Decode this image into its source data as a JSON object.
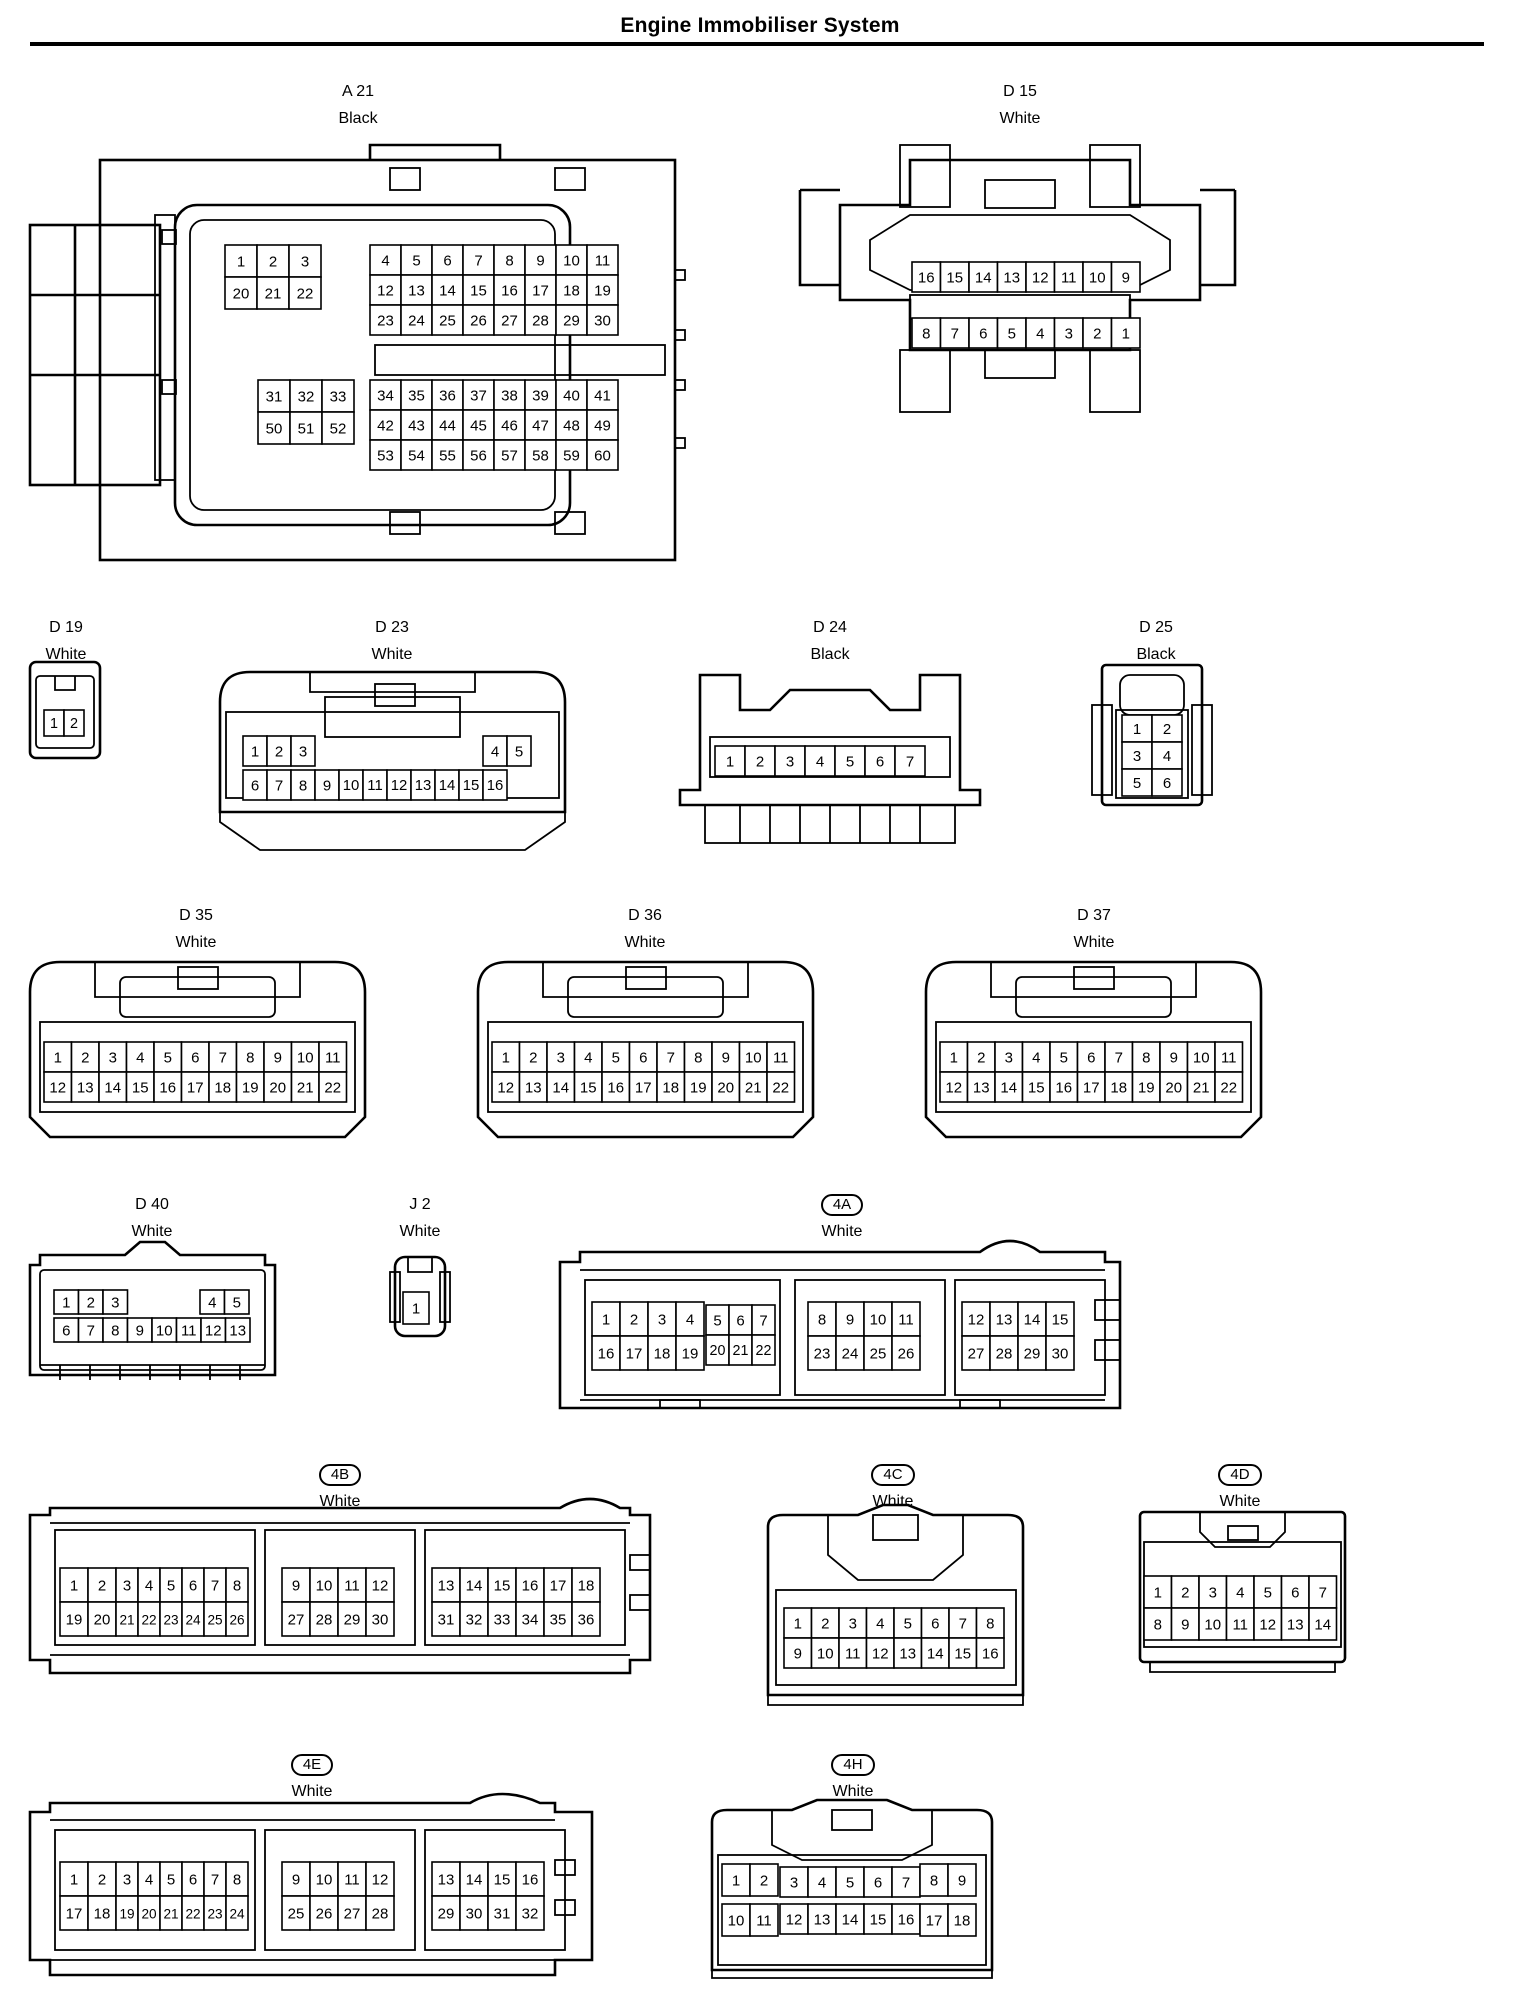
{
  "title": "Engine Immobiliser System",
  "connectors": [
    {
      "id": "A21",
      "code": "A 21",
      "color": "Black",
      "badge": false,
      "groups": [
        {
          "cols": 3,
          "pins": [
            "1",
            "2",
            "3",
            "20",
            "21",
            "22"
          ]
        },
        {
          "cols": 8,
          "pins": [
            "4",
            "5",
            "6",
            "7",
            "8",
            "9",
            "10",
            "11",
            "12",
            "13",
            "14",
            "15",
            "16",
            "17",
            "18",
            "19",
            "23",
            "24",
            "25",
            "26",
            "27",
            "28",
            "29",
            "30"
          ]
        },
        {
          "cols": 3,
          "pins": [
            "31",
            "32",
            "33",
            "50",
            "51",
            "52"
          ]
        },
        {
          "cols": 8,
          "pins": [
            "34",
            "35",
            "36",
            "37",
            "38",
            "39",
            "40",
            "41",
            "42",
            "43",
            "44",
            "45",
            "46",
            "47",
            "48",
            "49",
            "53",
            "54",
            "55",
            "56",
            "57",
            "58",
            "59",
            "60"
          ]
        }
      ]
    },
    {
      "id": "D15",
      "code": "D 15",
      "color": "White",
      "badge": false,
      "groups": [
        {
          "cols": 8,
          "pins": [
            "16",
            "15",
            "14",
            "13",
            "12",
            "11",
            "10",
            "9"
          ]
        },
        {
          "cols": 8,
          "pins": [
            "8",
            "7",
            "6",
            "5",
            "4",
            "3",
            "2",
            "1"
          ]
        }
      ]
    },
    {
      "id": "D19",
      "code": "D 19",
      "color": "White",
      "badge": false,
      "groups": [
        {
          "cols": 2,
          "pins": [
            "1",
            "2"
          ]
        }
      ]
    },
    {
      "id": "D23",
      "code": "D 23",
      "color": "White",
      "badge": false,
      "groups": [
        {
          "cols": 3,
          "pins": [
            "1",
            "2",
            "3"
          ]
        },
        {
          "cols": 2,
          "pins": [
            "4",
            "5"
          ]
        },
        {
          "cols": 11,
          "pins": [
            "6",
            "7",
            "8",
            "9",
            "10",
            "11",
            "12",
            "13",
            "14",
            "15",
            "16"
          ]
        }
      ]
    },
    {
      "id": "D24",
      "code": "D 24",
      "color": "Black",
      "badge": false,
      "groups": [
        {
          "cols": 7,
          "pins": [
            "1",
            "2",
            "3",
            "4",
            "5",
            "6",
            "7"
          ]
        }
      ]
    },
    {
      "id": "D25",
      "code": "D 25",
      "color": "Black",
      "badge": false,
      "groups": [
        {
          "cols": 2,
          "pins": [
            "1",
            "2",
            "3",
            "4",
            "5",
            "6"
          ]
        }
      ]
    },
    {
      "id": "D35",
      "code": "D 35",
      "color": "White",
      "badge": false,
      "groups": [
        {
          "cols": 11,
          "pins": [
            "1",
            "2",
            "3",
            "4",
            "5",
            "6",
            "7",
            "8",
            "9",
            "10",
            "11",
            "12",
            "13",
            "14",
            "15",
            "16",
            "17",
            "18",
            "19",
            "20",
            "21",
            "22"
          ]
        }
      ]
    },
    {
      "id": "D36",
      "code": "D 36",
      "color": "White",
      "badge": false,
      "groups": [
        {
          "cols": 11,
          "pins": [
            "1",
            "2",
            "3",
            "4",
            "5",
            "6",
            "7",
            "8",
            "9",
            "10",
            "11",
            "12",
            "13",
            "14",
            "15",
            "16",
            "17",
            "18",
            "19",
            "20",
            "21",
            "22"
          ]
        }
      ]
    },
    {
      "id": "D37",
      "code": "D 37",
      "color": "White",
      "badge": false,
      "groups": [
        {
          "cols": 11,
          "pins": [
            "1",
            "2",
            "3",
            "4",
            "5",
            "6",
            "7",
            "8",
            "9",
            "10",
            "11",
            "12",
            "13",
            "14",
            "15",
            "16",
            "17",
            "18",
            "19",
            "20",
            "21",
            "22"
          ]
        }
      ]
    },
    {
      "id": "D40",
      "code": "D 40",
      "color": "White",
      "badge": false,
      "groups": [
        {
          "cols": 3,
          "pins": [
            "1",
            "2",
            "3"
          ]
        },
        {
          "cols": 2,
          "pins": [
            "4",
            "5"
          ]
        },
        {
          "cols": 8,
          "pins": [
            "6",
            "7",
            "8",
            "9",
            "10",
            "11",
            "12",
            "13"
          ]
        }
      ]
    },
    {
      "id": "J2",
      "code": "J 2",
      "color": "White",
      "badge": false,
      "groups": [
        {
          "cols": 1,
          "pins": [
            "1"
          ]
        }
      ]
    },
    {
      "id": "4A",
      "code": "4A",
      "color": "White",
      "badge": true,
      "groups": [
        {
          "cols": 4,
          "pins": [
            "1",
            "2",
            "3",
            "4",
            "16",
            "17",
            "18",
            "19"
          ]
        },
        {
          "cols": 3,
          "pins": [
            "5",
            "6",
            "7",
            "20",
            "21",
            "22"
          ]
        },
        {
          "cols": 4,
          "pins": [
            "8",
            "9",
            "10",
            "11",
            "23",
            "24",
            "25",
            "26"
          ]
        },
        {
          "cols": 4,
          "pins": [
            "12",
            "13",
            "14",
            "15",
            "27",
            "28",
            "29",
            "30"
          ]
        }
      ]
    },
    {
      "id": "4B",
      "code": "4B",
      "color": "White",
      "badge": true,
      "groups": [
        {
          "cols": 2,
          "pins": [
            "1",
            "2",
            "19",
            "20"
          ]
        },
        {
          "cols": 6,
          "pins": [
            "3",
            "4",
            "5",
            "6",
            "7",
            "8",
            "21",
            "22",
            "23",
            "24",
            "25",
            "26"
          ]
        },
        {
          "cols": 4,
          "pins": [
            "9",
            "10",
            "11",
            "12",
            "27",
            "28",
            "29",
            "30"
          ]
        },
        {
          "cols": 6,
          "pins": [
            "13",
            "14",
            "15",
            "16",
            "17",
            "18",
            "31",
            "32",
            "33",
            "34",
            "35",
            "36"
          ]
        }
      ]
    },
    {
      "id": "4C",
      "code": "4C",
      "color": "White",
      "badge": true,
      "groups": [
        {
          "cols": 8,
          "pins": [
            "1",
            "2",
            "3",
            "4",
            "5",
            "6",
            "7",
            "8",
            "9",
            "10",
            "11",
            "12",
            "13",
            "14",
            "15",
            "16"
          ]
        }
      ]
    },
    {
      "id": "4D",
      "code": "4D",
      "color": "White",
      "badge": true,
      "groups": [
        {
          "cols": 7,
          "pins": [
            "1",
            "2",
            "3",
            "4",
            "5",
            "6",
            "7",
            "8",
            "9",
            "10",
            "11",
            "12",
            "13",
            "14"
          ]
        }
      ]
    },
    {
      "id": "4E",
      "code": "4E",
      "color": "White",
      "badge": true,
      "groups": [
        {
          "cols": 2,
          "pins": [
            "1",
            "2",
            "17",
            "18"
          ]
        },
        {
          "cols": 6,
          "pins": [
            "3",
            "4",
            "5",
            "6",
            "7",
            "8",
            "19",
            "20",
            "21",
            "22",
            "23",
            "24"
          ]
        },
        {
          "cols": 4,
          "pins": [
            "9",
            "10",
            "11",
            "12",
            "25",
            "26",
            "27",
            "28"
          ]
        },
        {
          "cols": 4,
          "pins": [
            "13",
            "14",
            "15",
            "16",
            "29",
            "30",
            "31",
            "32"
          ]
        }
      ]
    },
    {
      "id": "4H",
      "code": "4H",
      "color": "White",
      "badge": true,
      "groups": [
        {
          "cols": 2,
          "pins": [
            "1",
            "2"
          ]
        },
        {
          "cols": 5,
          "pins": [
            "3",
            "4",
            "5",
            "6",
            "7"
          ]
        },
        {
          "cols": 2,
          "pins": [
            "8",
            "9"
          ]
        },
        {
          "cols": 2,
          "pins": [
            "10",
            "11"
          ]
        },
        {
          "cols": 5,
          "pins": [
            "12",
            "13",
            "14",
            "15",
            "16"
          ]
        },
        {
          "cols": 2,
          "pins": [
            "17",
            "18"
          ]
        }
      ]
    }
  ]
}
